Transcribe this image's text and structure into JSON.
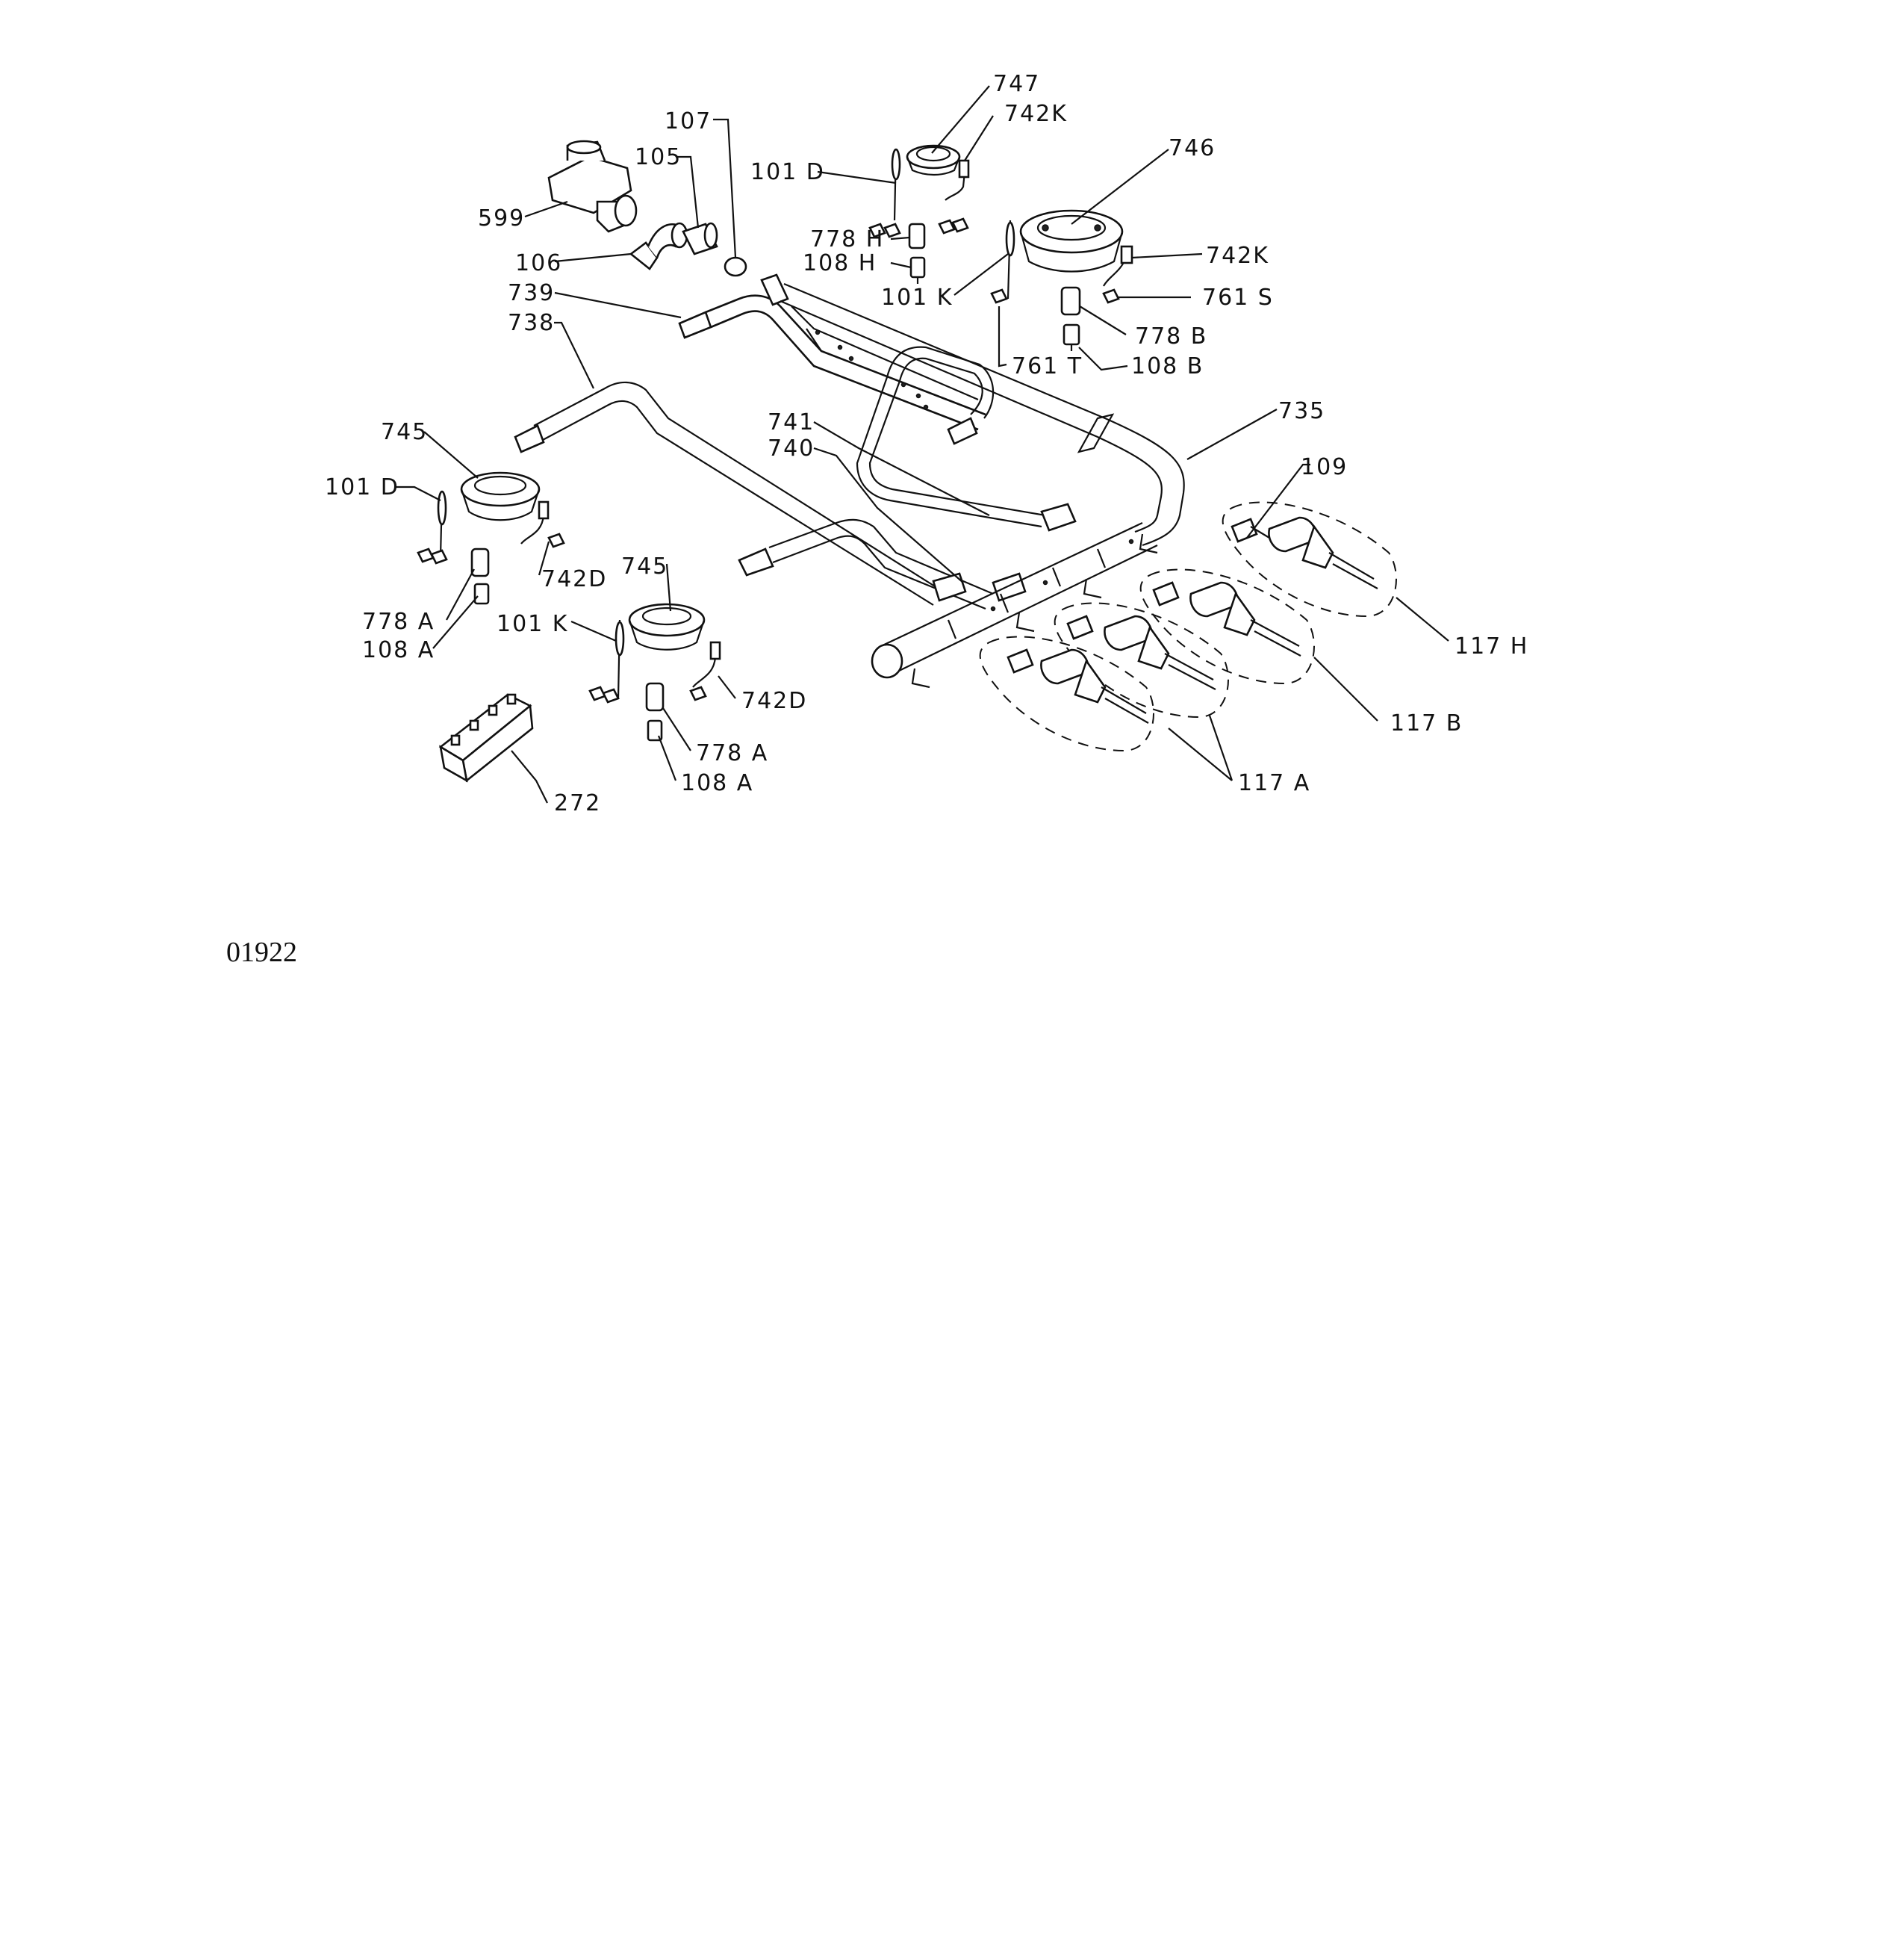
{
  "drawing_number": "01922",
  "callouts": {
    "c747": "747",
    "c742k_top": "742K",
    "c107": "107",
    "c105": "105",
    "c101d_top": "101 D",
    "c746": "746",
    "c599": "599",
    "c778h": "778 H",
    "c108h": "108 H",
    "c742k_right": "742K",
    "c106": "106",
    "c101k_top": "101 K",
    "c761s": "761 S",
    "c739": "739",
    "c738": "738",
    "c778b": "778 B",
    "c761t": "761 T",
    "c108b": "108 B",
    "c735": "735",
    "c745_left": "745",
    "c741": "741",
    "c740": "740",
    "c109": "109",
    "c101d_left": "101 D",
    "c742d_left": "742D",
    "c745_mid": "745",
    "c778a_left": "778 A",
    "c101k_mid": "101 K",
    "c108a_left": "108 A",
    "c117h": "117 H",
    "c742d_mid": "742D",
    "c117b": "117 B",
    "c778a_mid": "778 A",
    "c108a_mid": "108 A",
    "c117a": "117 A",
    "c272": "272"
  }
}
